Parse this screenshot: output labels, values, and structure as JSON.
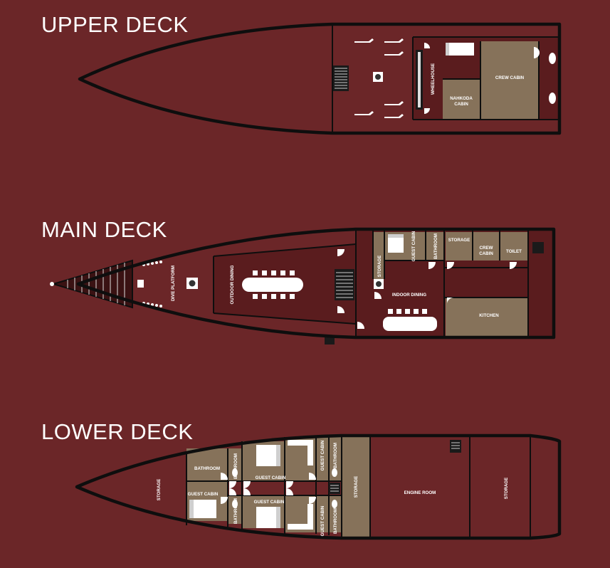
{
  "decks": {
    "upper": {
      "title": "UPPER DECK",
      "rooms": {
        "wheelhouse": "WHEELHOUSE",
        "nahkoda_1": "NAHKODA",
        "nahkoda_2": "CABIN",
        "crew_cabin": "CREW CABIN"
      }
    },
    "main": {
      "title": "MAIN DECK",
      "rooms": {
        "dive_platform": "DIVE PLATFORM",
        "outdoor_dining": "OUTDOOR DINING",
        "storage_1": "STORAGE",
        "guest_cabin": "GUEST CABIN",
        "bathroom": "BATHROOM",
        "storage_2": "STORAGE",
        "crew_cabin_1": "CREW",
        "crew_cabin_2": "CABIN",
        "toilet": "TOILET",
        "indoor_dining": "INDOOR DINING",
        "kitchen": "KITCHEN"
      }
    },
    "lower": {
      "title": "LOWER DECK",
      "rooms": {
        "storage_bow": "STORAGE",
        "bathroom_top": "BATHROOM",
        "guest_cabin_tl": "GUEST CABIN",
        "guest_cabin_tr": "GUEST CABIN",
        "bathroom_tr": "BATHROOM",
        "guest_cabin_bl": "GUEST CABIN",
        "bathroom_bl": "BATHROOM",
        "guest_cabin_bm": "GUEST CABIN",
        "guest_cabin_br": "GUEST CABIN",
        "bathroom_br": "BATHROOM",
        "storage_mid": "STORAGE",
        "engine_room": "ENGINE ROOM",
        "storage_stern": "STORAGE"
      }
    }
  },
  "colors": {
    "background": "#6b2628",
    "hull_outline": "#0e0e0e",
    "room_fill": "#86725a",
    "furniture": "#ffffff"
  }
}
